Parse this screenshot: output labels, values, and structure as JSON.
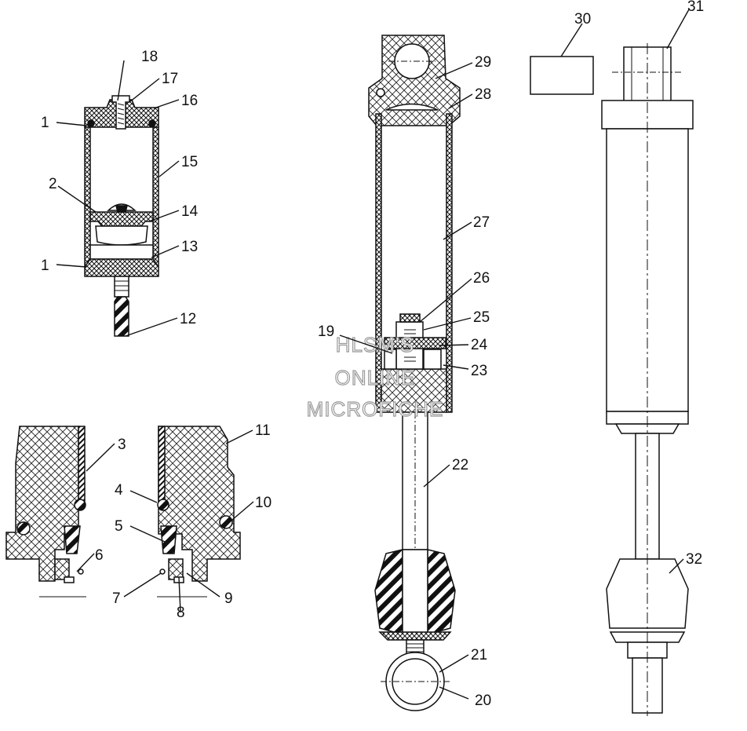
{
  "diagram": {
    "callouts": [
      "1",
      "2",
      "3",
      "4",
      "5",
      "6",
      "7",
      "8",
      "9",
      "10",
      "11",
      "12",
      "13",
      "14",
      "15",
      "16",
      "17",
      "18",
      "19",
      "20",
      "21",
      "22",
      "23",
      "24",
      "25",
      "26",
      "27",
      "28",
      "29",
      "30",
      "31",
      "32"
    ],
    "duplicate_callout": "1",
    "watermark": [
      "HLSM'S",
      "ONLINE",
      "MICROFICHE"
    ]
  }
}
